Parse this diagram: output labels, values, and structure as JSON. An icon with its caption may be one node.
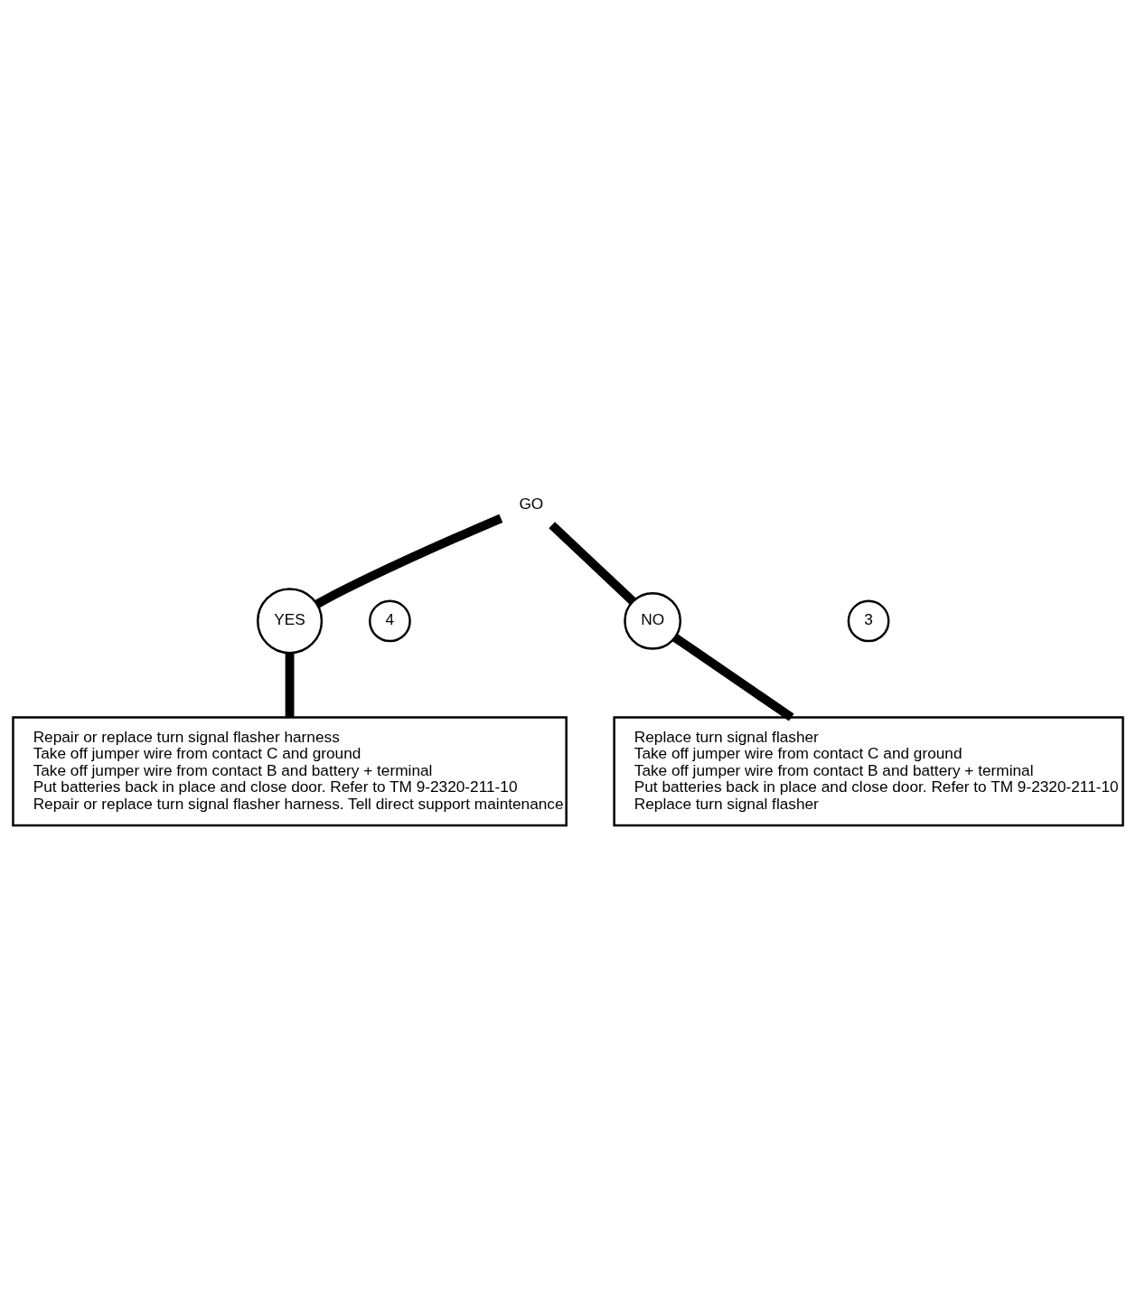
{
  "diagram": {
    "nodes": [
      {
        "text": [
          "GO"
        ]
      },
      {
        "text": [
          "3"
        ]
      },
      {
        "text": [
          "Replace turn signal flasher",
          "Take off jumper wire from contact C and ground",
          "Take off jumper wire from contact B and battery + terminal",
          "Put batteries back in place and close door. Refer to TM 9-2320-211-10",
          "Replace turn signal flasher"
        ]
      },
      {
        "text": [
          "YES"
        ]
      },
      {
        "text": [
          "NO"
        ]
      },
      {
        "text": [
          "4"
        ]
      },
      {
        "text": [
          "Repair or replace turn signal flasher harness",
          "Take off jumper wire from contact C and ground",
          "Take off jumper wire from contact B and battery + terminal",
          "Put batteries back in place and close door. Refer to TM 9-2320-211-10",
          "Repair or replace turn signal flasher harness. Tell direct support maintenance"
        ]
      }
    ],
    "edges": [
      {
        "from": 0,
        "to": 3,
        "arrow": "none"
      },
      {
        "from": 0,
        "to": 4,
        "arrow": "none"
      },
      {
        "from": 4,
        "to": 2,
        "arrow": "none"
      },
      {
        "from": 3,
        "to": 6,
        "arrow": "none"
      }
    ]
  }
}
